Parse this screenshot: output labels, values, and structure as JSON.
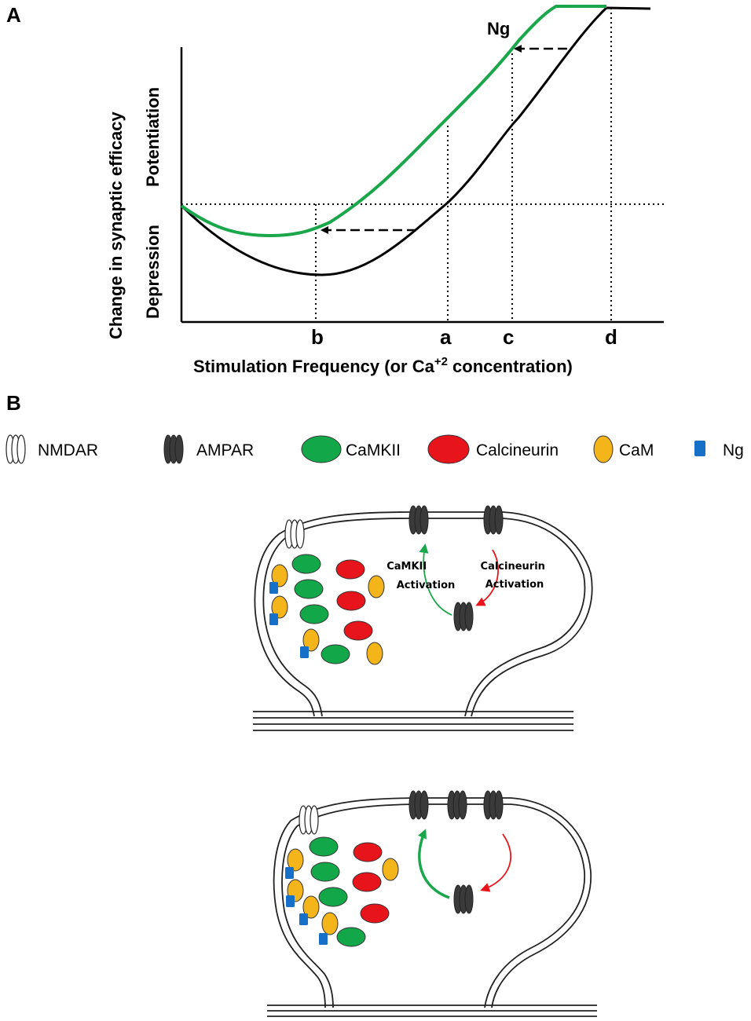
{
  "panels": {
    "a_label": "A",
    "b_label": "B"
  },
  "chart": {
    "ylabel_outer": "Change in synaptic efficacy",
    "ylabel_upper": "Potentiation",
    "ylabel_lower": "Depression",
    "xlabel_main": "Stimulation Frequency (or Ca",
    "xlabel_sup": "+2",
    "xlabel_tail": " concentration)",
    "ticks": [
      "b",
      "a",
      "c",
      "d"
    ],
    "ng_label": "Ng"
  },
  "legend": {
    "items": [
      "NMDAR",
      "AMPAR",
      "CaMKII",
      "Calcineurin",
      "CaM",
      "Ng"
    ]
  },
  "spine1": {
    "camkii_activation_line1": "CaMKII",
    "camkii_activation_line2": "Activation",
    "calcineurin_activation_line1": "Calcineurin",
    "calcineurin_activation_line2": "Activation"
  },
  "colors": {
    "green_curve": "#1aa64a",
    "black_curve": "#000000",
    "camkii": "#12a84a",
    "calcineurin": "#e8141c",
    "cam": "#f4b51b",
    "ng": "#1770c8",
    "ampar": "#3a3a3a",
    "green_arrow": "#1aa64a",
    "red_arrow": "#e8141c"
  },
  "chart_data": {
    "type": "line",
    "series": [],
    "x_ticks": [
      "b",
      "a",
      "c",
      "d"
    ],
    "xlabel": "Stimulation Frequency (or Ca+2 concentration)",
    "ylabel": "Change in synaptic efficacy",
    "annotations": [
      "Potentiation",
      "Depression",
      "Ng"
    ]
  }
}
